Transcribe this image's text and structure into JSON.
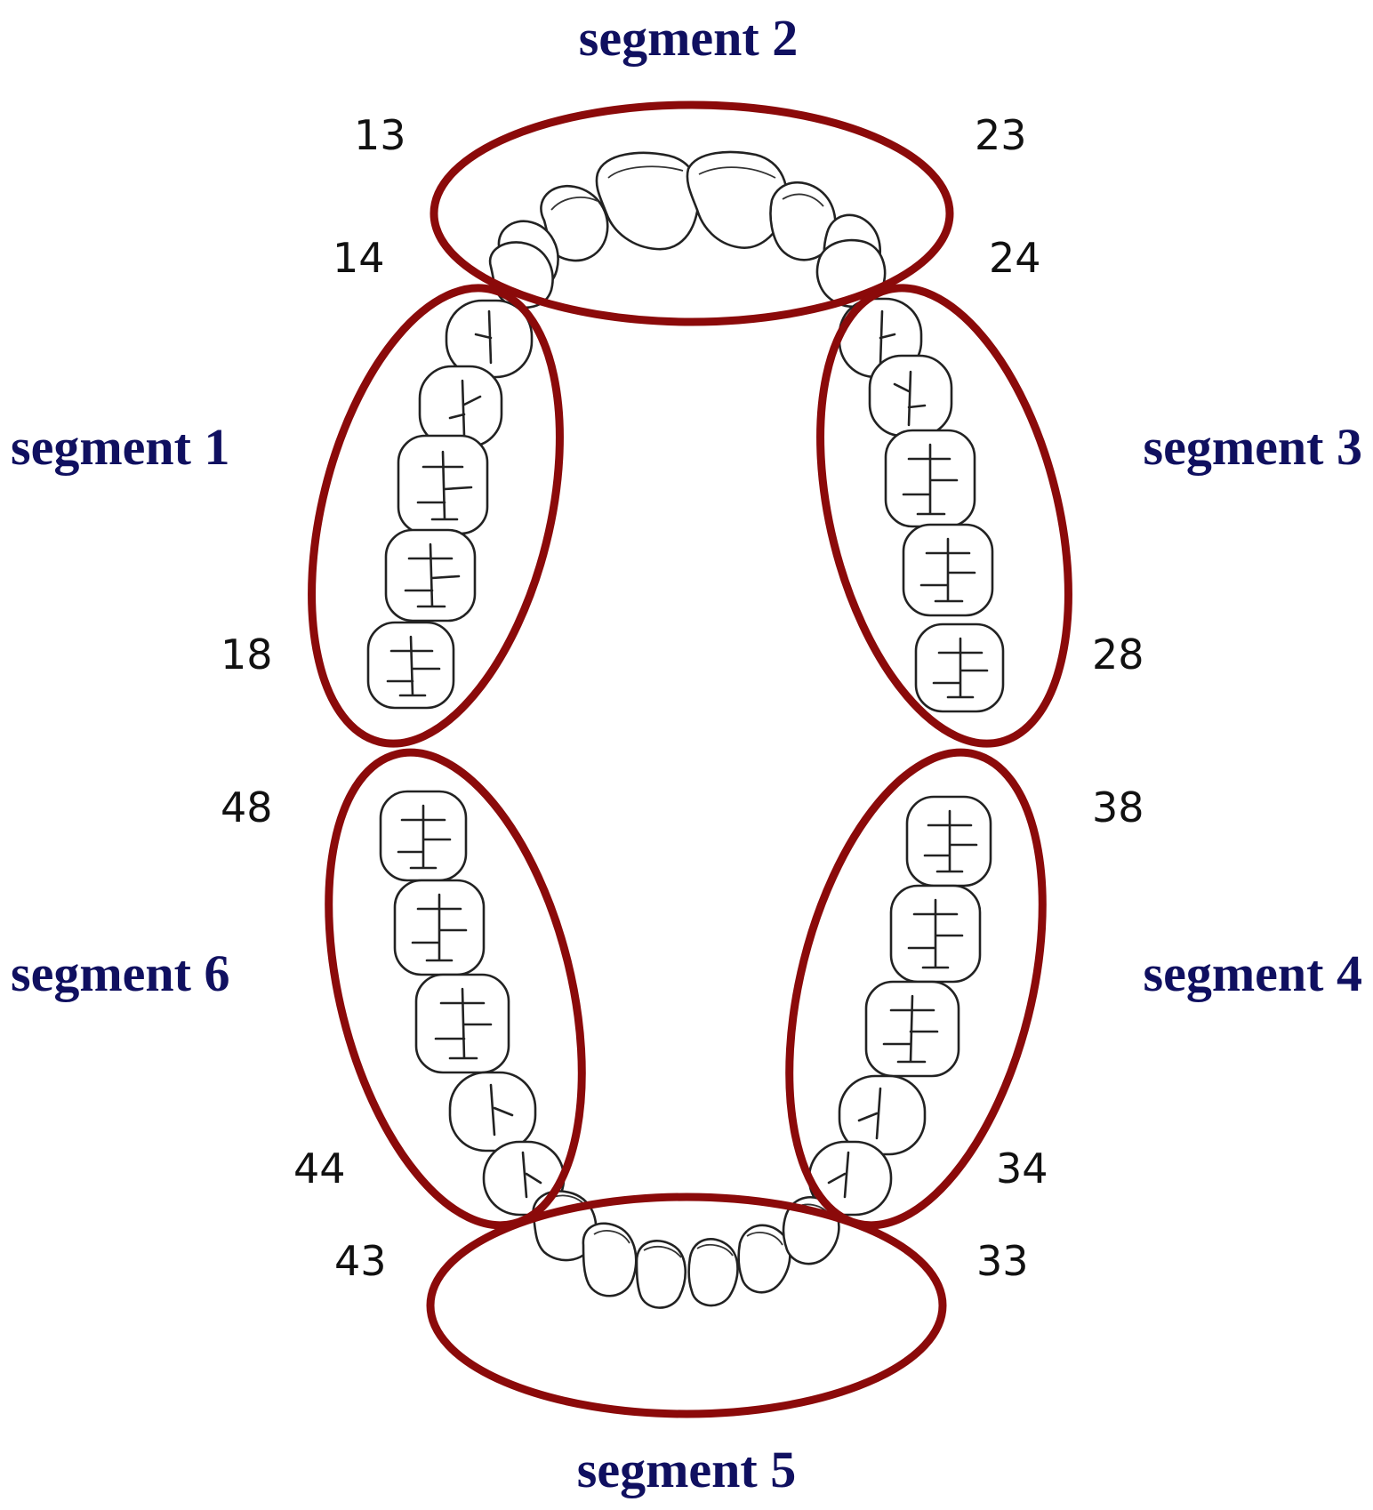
{
  "colors": {
    "segment_label": "#101060",
    "ring": "#8b0a0a",
    "tooth_outline": "#222222"
  },
  "segments": [
    {
      "id": 1,
      "label": "segment 1"
    },
    {
      "id": 2,
      "label": "segment 2"
    },
    {
      "id": 3,
      "label": "segment 3"
    },
    {
      "id": 4,
      "label": "segment 4"
    },
    {
      "id": 5,
      "label": "segment 5"
    },
    {
      "id": 6,
      "label": "segment 6"
    }
  ],
  "tooth_numbers": [
    "13",
    "14",
    "18",
    "23",
    "24",
    "28",
    "48",
    "44",
    "43",
    "38",
    "34",
    "33"
  ]
}
